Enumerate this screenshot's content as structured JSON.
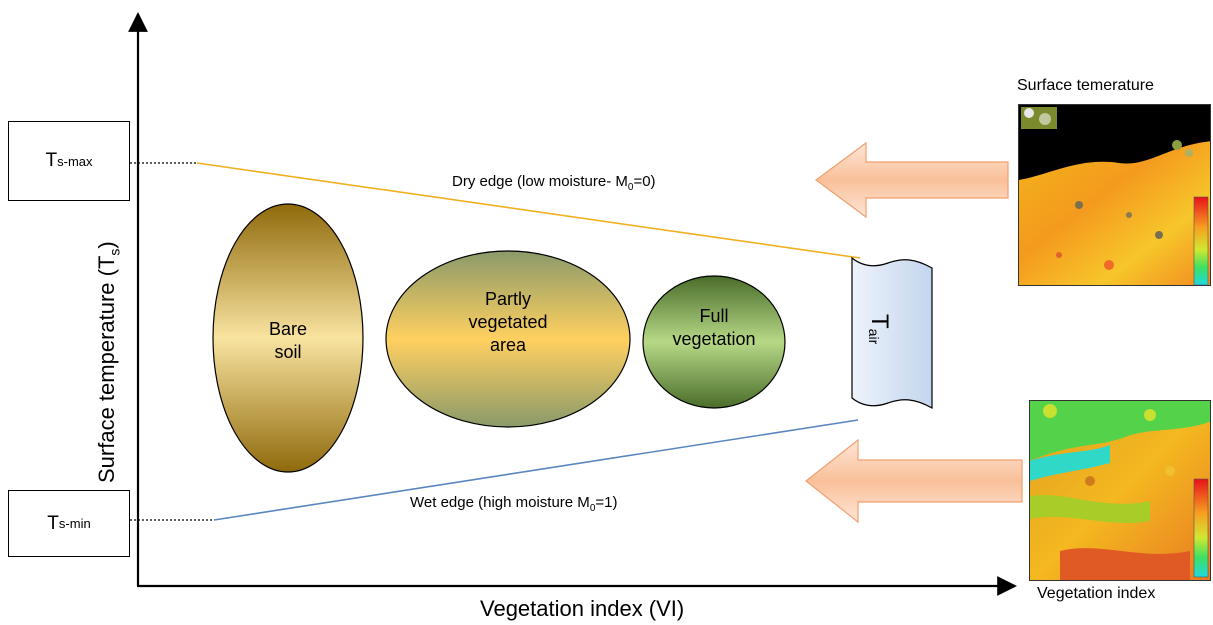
{
  "axes": {
    "x_label": "Vegetation index (VI)",
    "y_label": "Surface temperature (T",
    "y_label_sub": "s",
    "y_label_end": ")"
  },
  "boxes": {
    "ts_max": {
      "main": "T",
      "sub": "s-max"
    },
    "ts_min": {
      "main": "T",
      "sub": "s-min"
    }
  },
  "edges": {
    "dry": {
      "text": "Dry edge (low moisture- M",
      "sub": "0",
      "end": "=0)",
      "color": "#f0b020"
    },
    "wet": {
      "text": "Wet edge (high moisture M",
      "sub": "0",
      "end": "=1)",
      "color": "#5a86c0"
    }
  },
  "ellipses": {
    "bare_soil": {
      "line1": "Bare",
      "line2": "soil"
    },
    "partly_vegetated": {
      "line1": "Partly",
      "line2": "vegetated",
      "line3": "area"
    },
    "full_vegetation": {
      "line1": "Full",
      "line2": "vegetation"
    }
  },
  "air": {
    "main": "T",
    "sub": "air"
  },
  "images": {
    "surface_temperature_caption": "Surface temerature",
    "vegetation_index_caption": "Vegetation index"
  },
  "colors": {
    "bare_soil_dark": "#8f6a0c",
    "bare_soil_light": "#f8e3a0",
    "partly_top": "#8a9a6a",
    "partly_mid": "#ffd060",
    "full_veg_dark": "#4a6d2a",
    "full_veg_light": "#b6d886",
    "air_fill": "#d2e0f3",
    "arrow_fill": "#fbd0b3"
  }
}
